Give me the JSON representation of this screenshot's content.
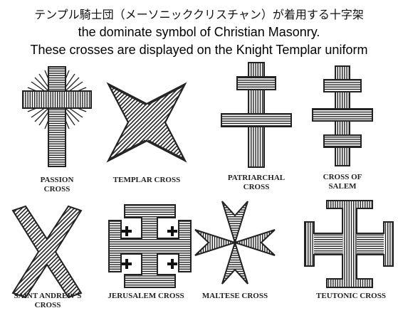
{
  "header": {
    "title_jp": "テンプル騎士団（メーソニッククリスチャン）が着用する十字架",
    "title_en_1": "the dominate symbol of Christian Masonry.",
    "title_en_2": "These crosses are displayed on the Knight Templar uniform"
  },
  "crosses": [
    {
      "id": "passion",
      "caption": "PASSION\nCROSS"
    },
    {
      "id": "templar",
      "caption": "TEMPLAR CROSS"
    },
    {
      "id": "patriarchal",
      "caption": "PATRIARCHAL\nCROSS"
    },
    {
      "id": "salem",
      "caption": "CROSS OF\nSALEM"
    },
    {
      "id": "saint-andrew",
      "caption": "SAINT ANDREW'S\nCROSS"
    },
    {
      "id": "jerusalem",
      "caption": "JERUSALEM CROSS"
    },
    {
      "id": "maltese",
      "caption": "MALTESE CROSS"
    },
    {
      "id": "teutonic",
      "caption": "TEUTONIC CROSS"
    }
  ],
  "colors": {
    "ink": "#222222",
    "fill": "#ffffff"
  }
}
